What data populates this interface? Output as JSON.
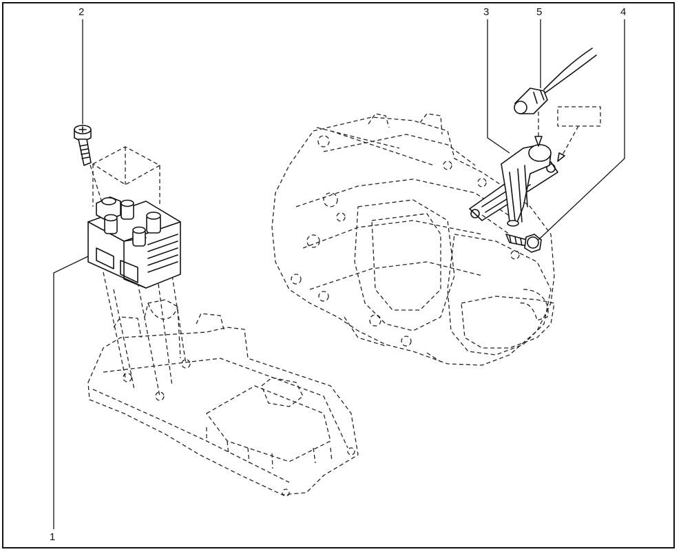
{
  "callouts": [
    {
      "id": "1",
      "label": "1"
    },
    {
      "id": "2",
      "label": "2"
    },
    {
      "id": "3",
      "label": "3"
    },
    {
      "id": "4",
      "label": "4"
    },
    {
      "id": "5",
      "label": "5"
    }
  ],
  "parts": [
    {
      "callout": "1",
      "icon": "ignition-coil-icon"
    },
    {
      "callout": "2",
      "icon": "bolt-icon"
    },
    {
      "callout": "3",
      "icon": "sensor-bracket-icon"
    },
    {
      "callout": "4",
      "icon": "bolt-icon"
    },
    {
      "callout": "5",
      "icon": "connector-icon"
    }
  ],
  "colors": {
    "line": "#111111",
    "background": "#ffffff"
  }
}
